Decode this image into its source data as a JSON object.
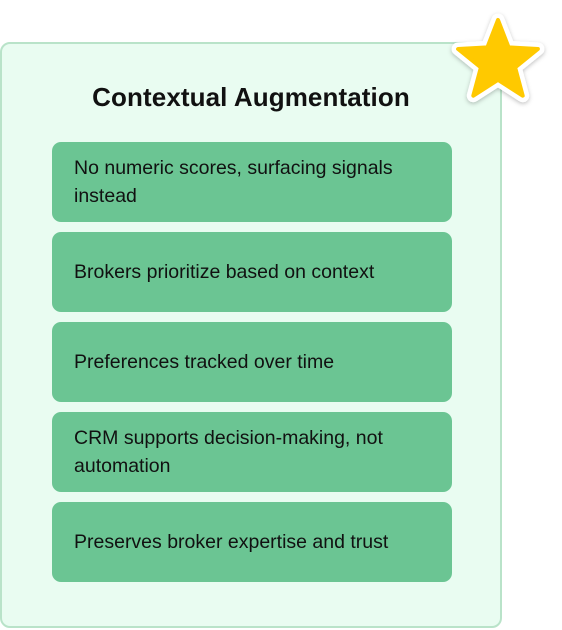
{
  "title": "Contextual Augmentation",
  "items": [
    {
      "label": "No numeric scores, surfacing signals instead"
    },
    {
      "label": "Brokers prioritize based on context"
    },
    {
      "label": "Preferences tracked over time"
    },
    {
      "label": "CRM supports decision-making, not automation"
    },
    {
      "label": "Preserves broker expertise and trust"
    }
  ],
  "icon": "star-icon",
  "colors": {
    "card_background": "#e9fcf1",
    "card_border": "#b9e3c9",
    "item_background": "#6bc593",
    "star_fill": "#ffc900"
  }
}
